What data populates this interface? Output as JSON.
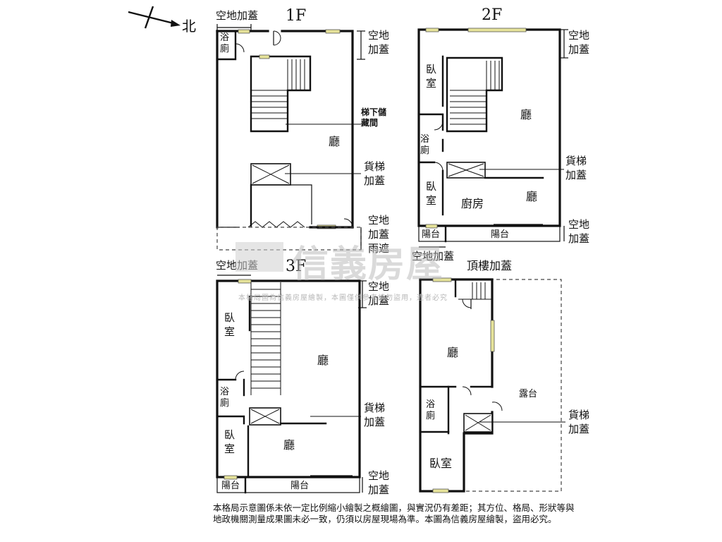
{
  "compass": {
    "north_label": "北"
  },
  "floors": {
    "f1": {
      "title": "1F",
      "rooms": {
        "bath": "浴\n廁",
        "living": "廳"
      },
      "callouts": {
        "top_addition": "空地加蓋",
        "right_top_addition": "空地\n加蓋",
        "under_stair_storage": "梯下儲\n藏間",
        "freight_elevator": "貨梯\n加蓋",
        "bottom_addition": "空地\n加蓋\n雨遮"
      }
    },
    "f2": {
      "title": "2F",
      "rooms": {
        "bedroom_top": "臥\n室",
        "living_top": "廳",
        "bath": "浴\n廁",
        "bedroom_bottom": "臥\n室",
        "kitchen": "廚房",
        "living_bottom": "廳",
        "balcony_small": "陽台",
        "balcony": "陽台"
      },
      "callouts": {
        "right_top_addition": "空地\n加蓋",
        "freight_elevator": "貨梯\n加蓋",
        "right_bottom_addition": "空地\n加蓋",
        "bottom_addition": "空地加蓋"
      }
    },
    "f3": {
      "title": "3F",
      "rooms": {
        "bedroom_top": "臥\n室",
        "living_top": "廳",
        "bath": "浴\n廁",
        "bedroom_bottom": "臥\n室",
        "living_bottom": "廳",
        "balcony_small": "陽台",
        "balcony": "陽台"
      },
      "callouts": {
        "top_addition": "空地加蓋",
        "right_top_addition": "空地\n加蓋",
        "freight_elevator": "貨梯\n加蓋",
        "right_bottom_addition": "空地\n加蓋"
      }
    },
    "f4": {
      "title": "頂樓加蓋",
      "rooms": {
        "living": "廳",
        "terrace": "露台",
        "bath": "浴\n廁",
        "bedroom": "臥室"
      },
      "callouts": {
        "freight_elevator": "貨梯\n加蓋"
      }
    }
  },
  "watermark": {
    "brand": "信義房屋",
    "notice": "本格局圖為信義房屋繪製，本圖僅供參考請勿盜用，違者必究"
  },
  "footnote": "本格局示意圖係未依一定比例縮小繪製之概繪圖，與實況仍有差距；其方位、格局、形狀等與地政機關測量成果圖未必一致，仍須以房屋現場為準。本圖為信義房屋繪製，盜用必究。"
}
